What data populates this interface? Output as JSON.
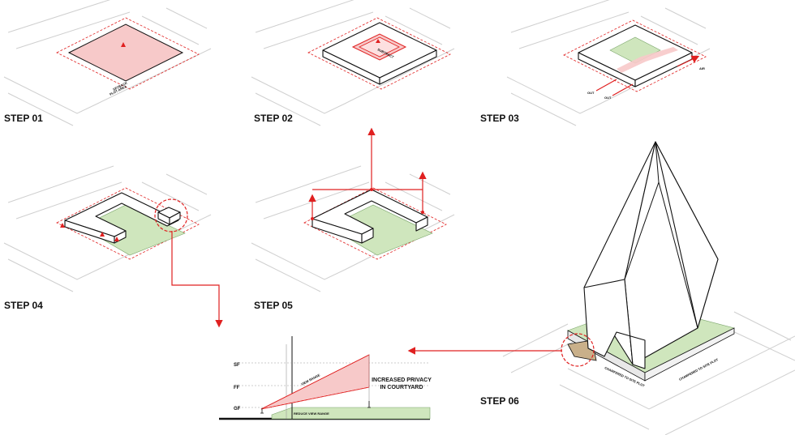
{
  "steps": [
    {
      "label": "STEP 01",
      "annotations": [
        "SETBACK",
        "PLOT AREA"
      ]
    },
    {
      "label": "STEP 02",
      "annotations": [
        "SUBTRACT"
      ]
    },
    {
      "label": "STEP 03",
      "annotations": [
        "OUT",
        "OUT",
        "AIR"
      ]
    },
    {
      "label": "STEP 04"
    },
    {
      "label": "STEP 05"
    },
    {
      "label": "STEP 06",
      "annotations": [
        "CHAMFERED TO SITE PLOT",
        "CHAMFERED TO SITE PLOT"
      ]
    }
  ],
  "section": {
    "levels": [
      "SF",
      "FF",
      "GF"
    ],
    "view_range_label": "VIEW RANGE",
    "reduce_label": "REDUCE VIEW RANGE",
    "privacy_line1": "INCREASED PRIVACY",
    "privacy_line2": "IN COURTYARD"
  },
  "colors": {
    "accent_red": "#e02020",
    "green_fill": "#cfe6bd",
    "pink_fill": "#f7c9c9",
    "road_gray": "#cfcfcf"
  }
}
